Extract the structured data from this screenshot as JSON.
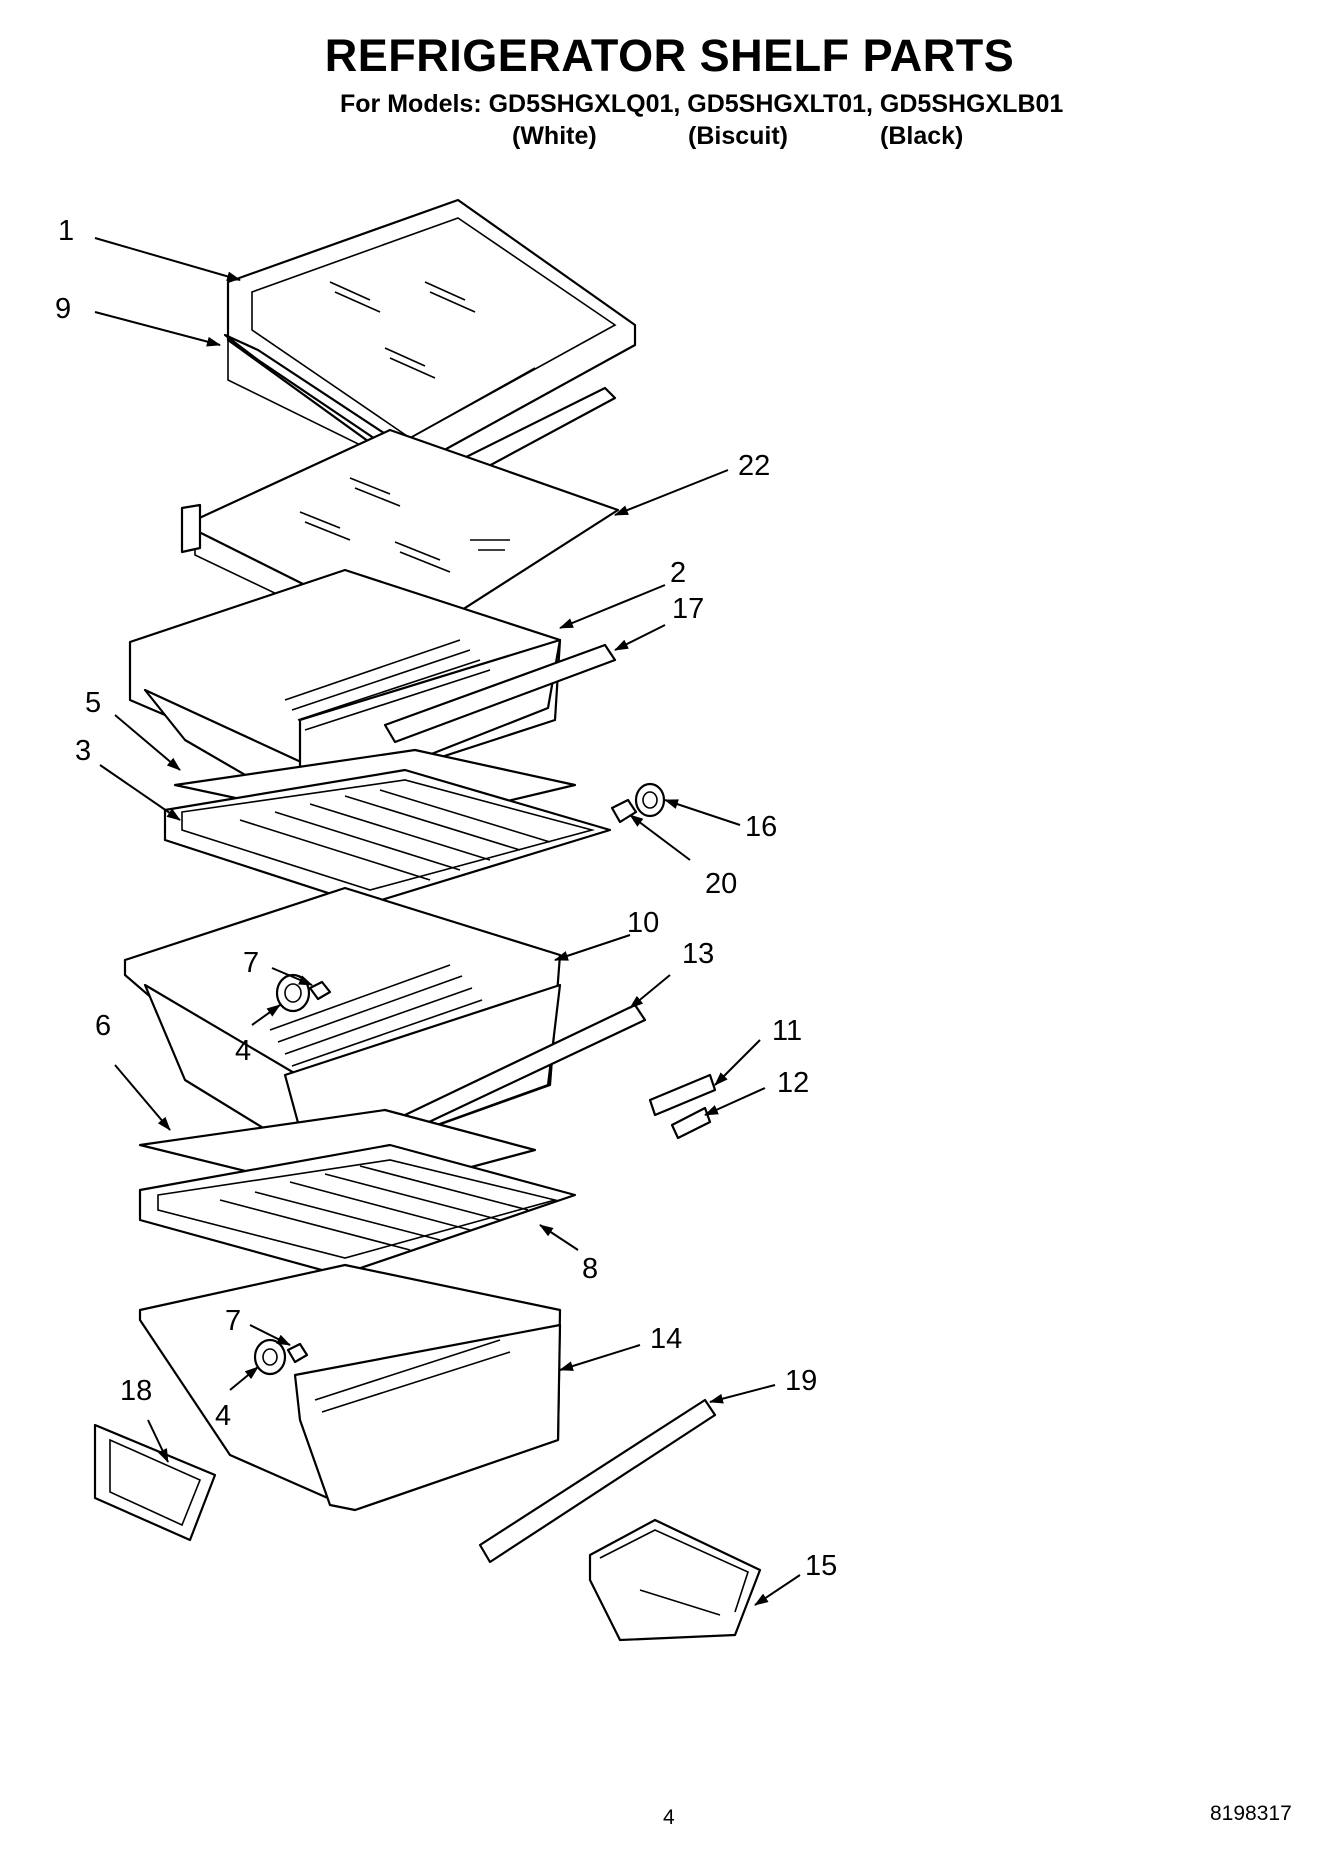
{
  "header": {
    "title": "REFRIGERATOR SHELF PARTS",
    "models_line": "For Models: GD5SHGXLQ01, GD5SHGXLT01, GD5SHGXLB01",
    "variants": [
      "(White)",
      "(Biscuit)",
      "(Black)"
    ]
  },
  "callouts": [
    "1",
    "9",
    "22",
    "2",
    "17",
    "5",
    "3",
    "16",
    "20",
    "7",
    "10",
    "13",
    "4",
    "6",
    "11",
    "12",
    "8",
    "7",
    "14",
    "4",
    "18",
    "19",
    "15"
  ],
  "footer": {
    "page_number": "4",
    "doc_number": "8198317"
  }
}
